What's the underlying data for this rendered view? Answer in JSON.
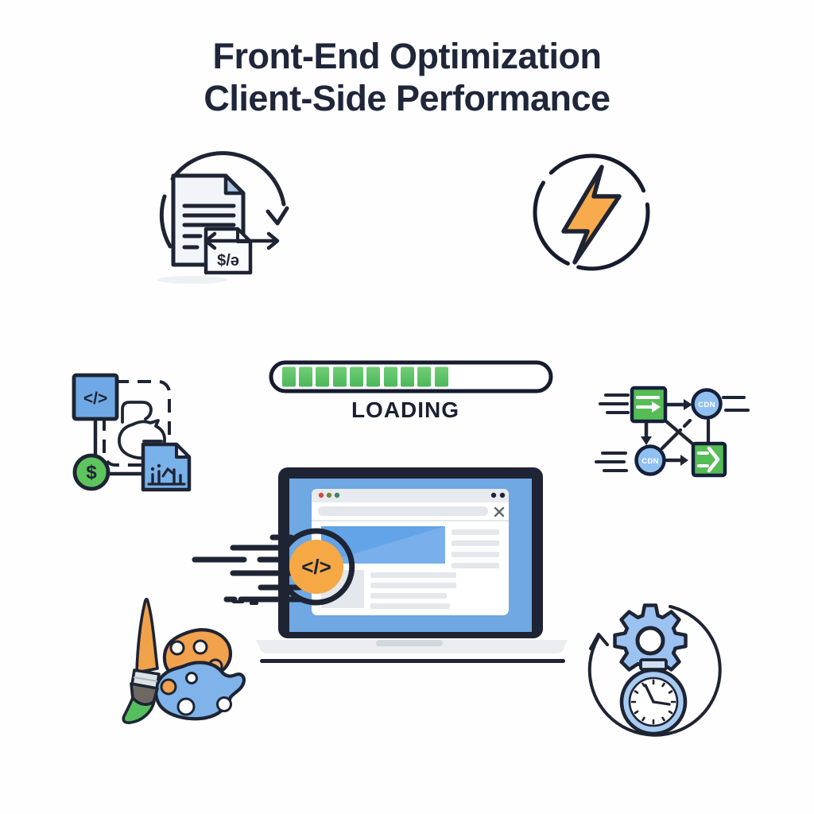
{
  "title": {
    "line1": "Front-End Optimization",
    "line2": "Client-Side Performance"
  },
  "loading": {
    "label": "LOADING",
    "segments_filled": 10,
    "progress_percent": 62
  },
  "icons": {
    "doc_minify": {
      "badge_label": "$/ə"
    },
    "code_square": {
      "label": "</>"
    },
    "cost_circle": {
      "label": "$"
    },
    "code_badge": {
      "label": "</>"
    },
    "cdn_network": {
      "node_top": "CDN",
      "node_bottom": "CDN"
    }
  },
  "colors": {
    "ink": "#1E2433",
    "title_text": "#20263A",
    "accent_orange": "#F6A845",
    "accent_green": "#57C05F",
    "accent_blue": "#6FA8E3",
    "node_green": "#56BC56",
    "node_blue": "#8FC0F0",
    "ui_gray": "#E7EAEE"
  }
}
